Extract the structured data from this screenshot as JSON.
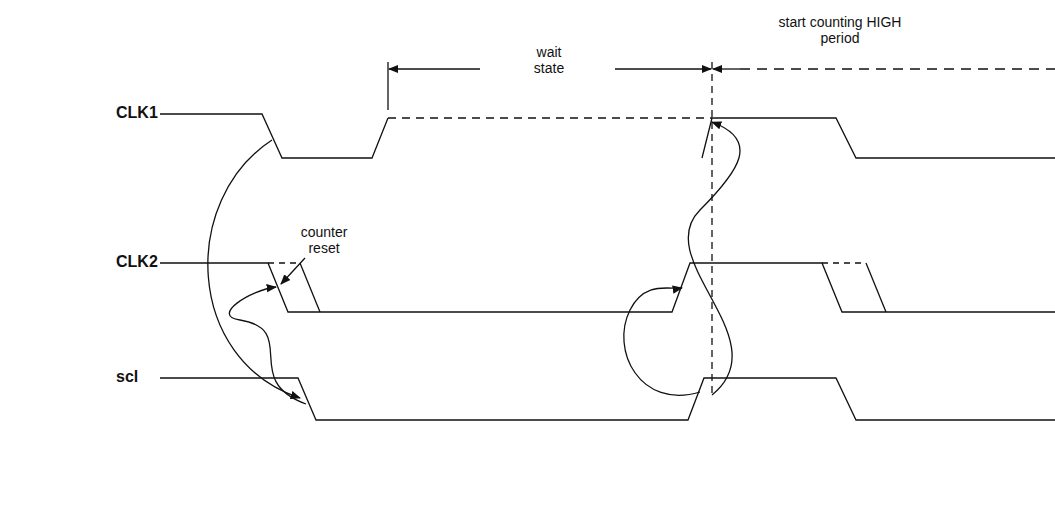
{
  "diagram": {
    "labels": [
      "CLK1",
      "CLK2",
      "scl",
      "wait state",
      "start counting HIGH period",
      "counter reset"
    ]
  }
}
